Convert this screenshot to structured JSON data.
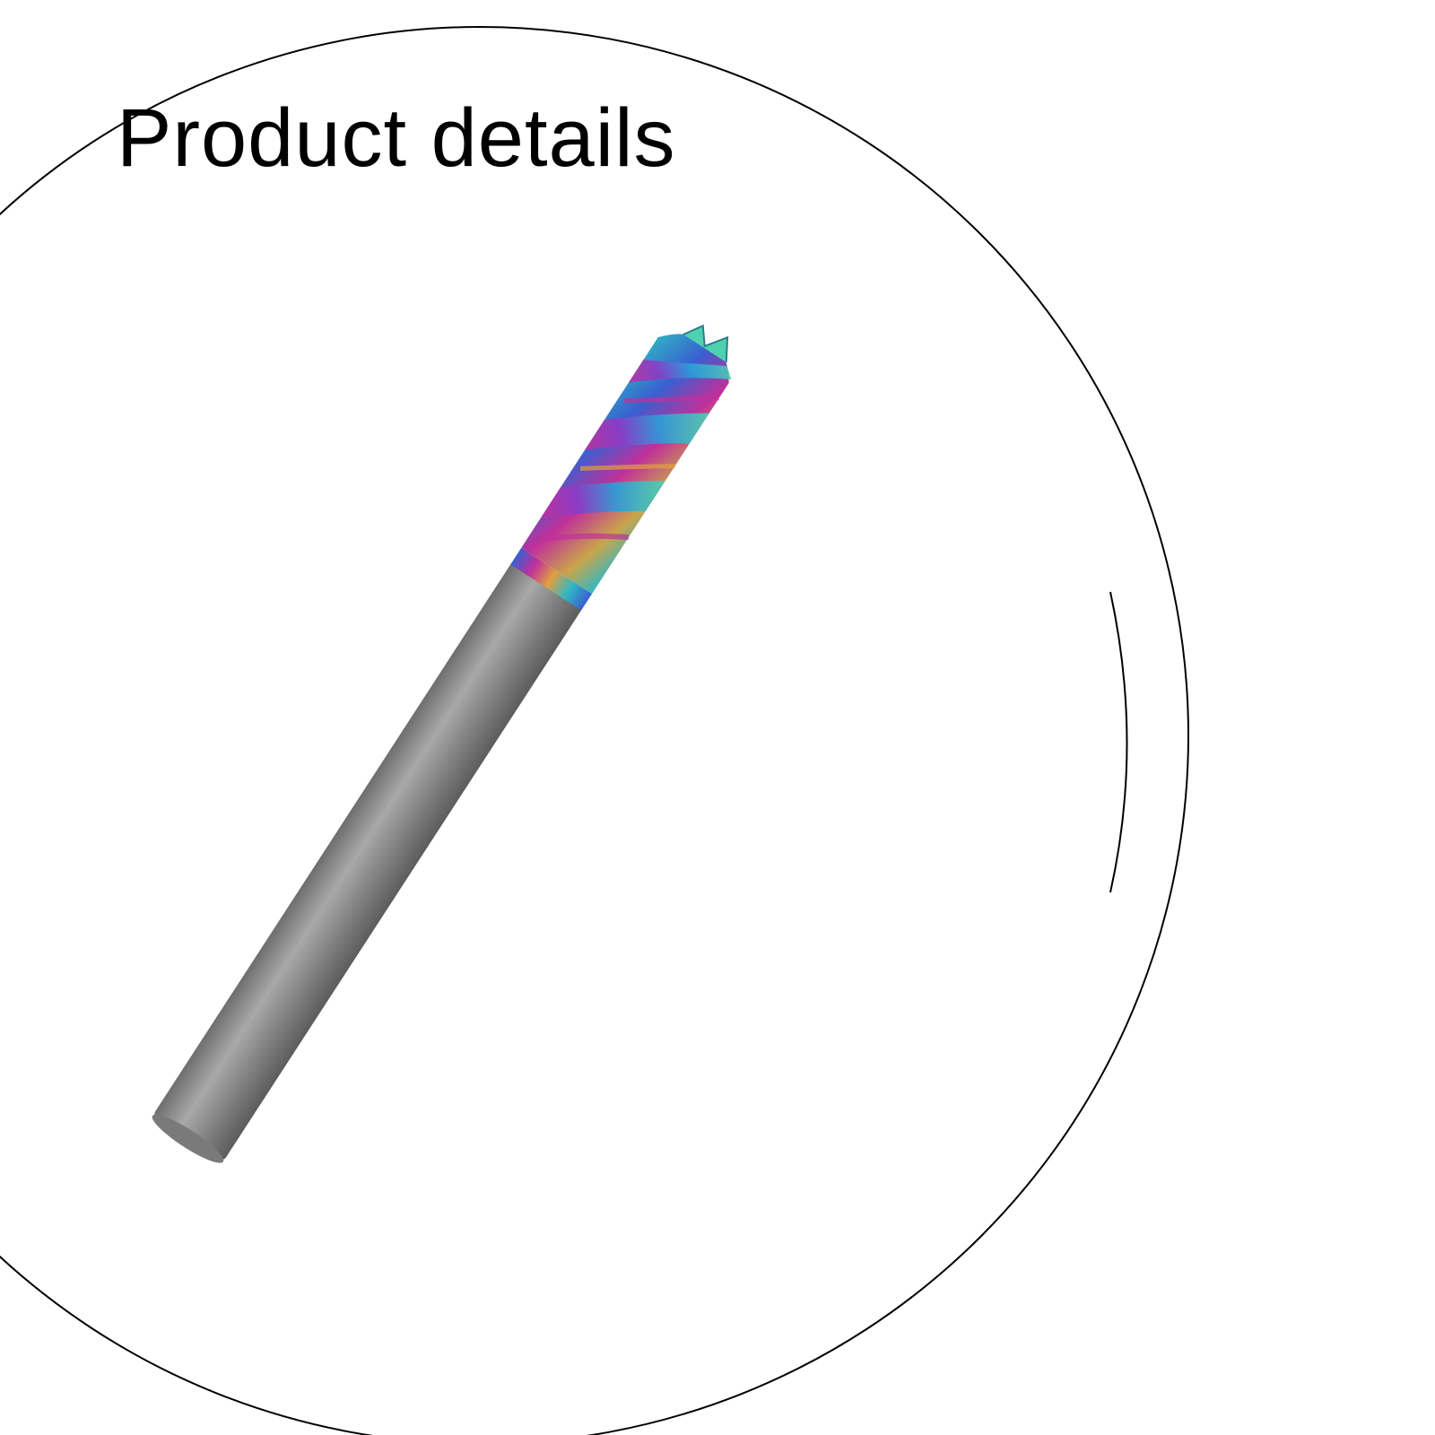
{
  "header": {
    "title": "Product details"
  },
  "colors": {
    "background": "#ffffff",
    "outline": "#000000",
    "shank": "#8f8f8f",
    "coating_magenta": "#c0309a",
    "coating_cyan": "#2fb8c4",
    "coating_blue": "#3a5fd0",
    "coating_gold": "#c9a54a"
  },
  "icons": {
    "main_product": "end-mill-drill-bit",
    "detail_top": "cutting-tip-zoom",
    "detail_bottom": "shank-transition-zoom"
  }
}
